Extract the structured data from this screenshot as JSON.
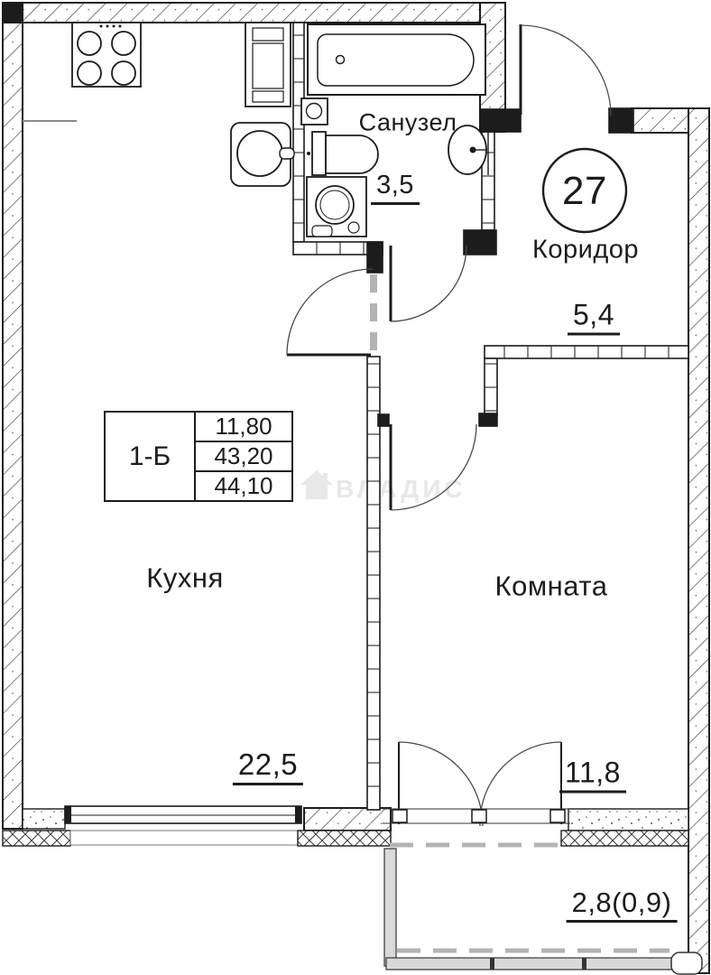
{
  "apartment": {
    "number": "27"
  },
  "info_table": {
    "unit_label": "1-Б",
    "rows": [
      {
        "value": "11,80"
      },
      {
        "value": "43,20"
      },
      {
        "value": "44,10"
      }
    ]
  },
  "rooms": {
    "bathroom": {
      "label": "Санузел",
      "area": "3,5"
    },
    "corridor": {
      "label": "Коридор",
      "area": "5,4"
    },
    "kitchen": {
      "label": "Кухня",
      "area": "22,5"
    },
    "living_room": {
      "label": "Комната",
      "area": "11,8"
    },
    "balcony": {
      "area": "2,8(0,9)"
    }
  },
  "watermark": {
    "text": "ВЛАДИС",
    "icon": "house-icon"
  },
  "colors": {
    "ink": "#1c1c1c",
    "hatch": "#3a3a3a",
    "dash_gray": "#b3b3b3",
    "fill_gray": "#d9d9d9",
    "watermark_gray": "#e8e8e8"
  }
}
